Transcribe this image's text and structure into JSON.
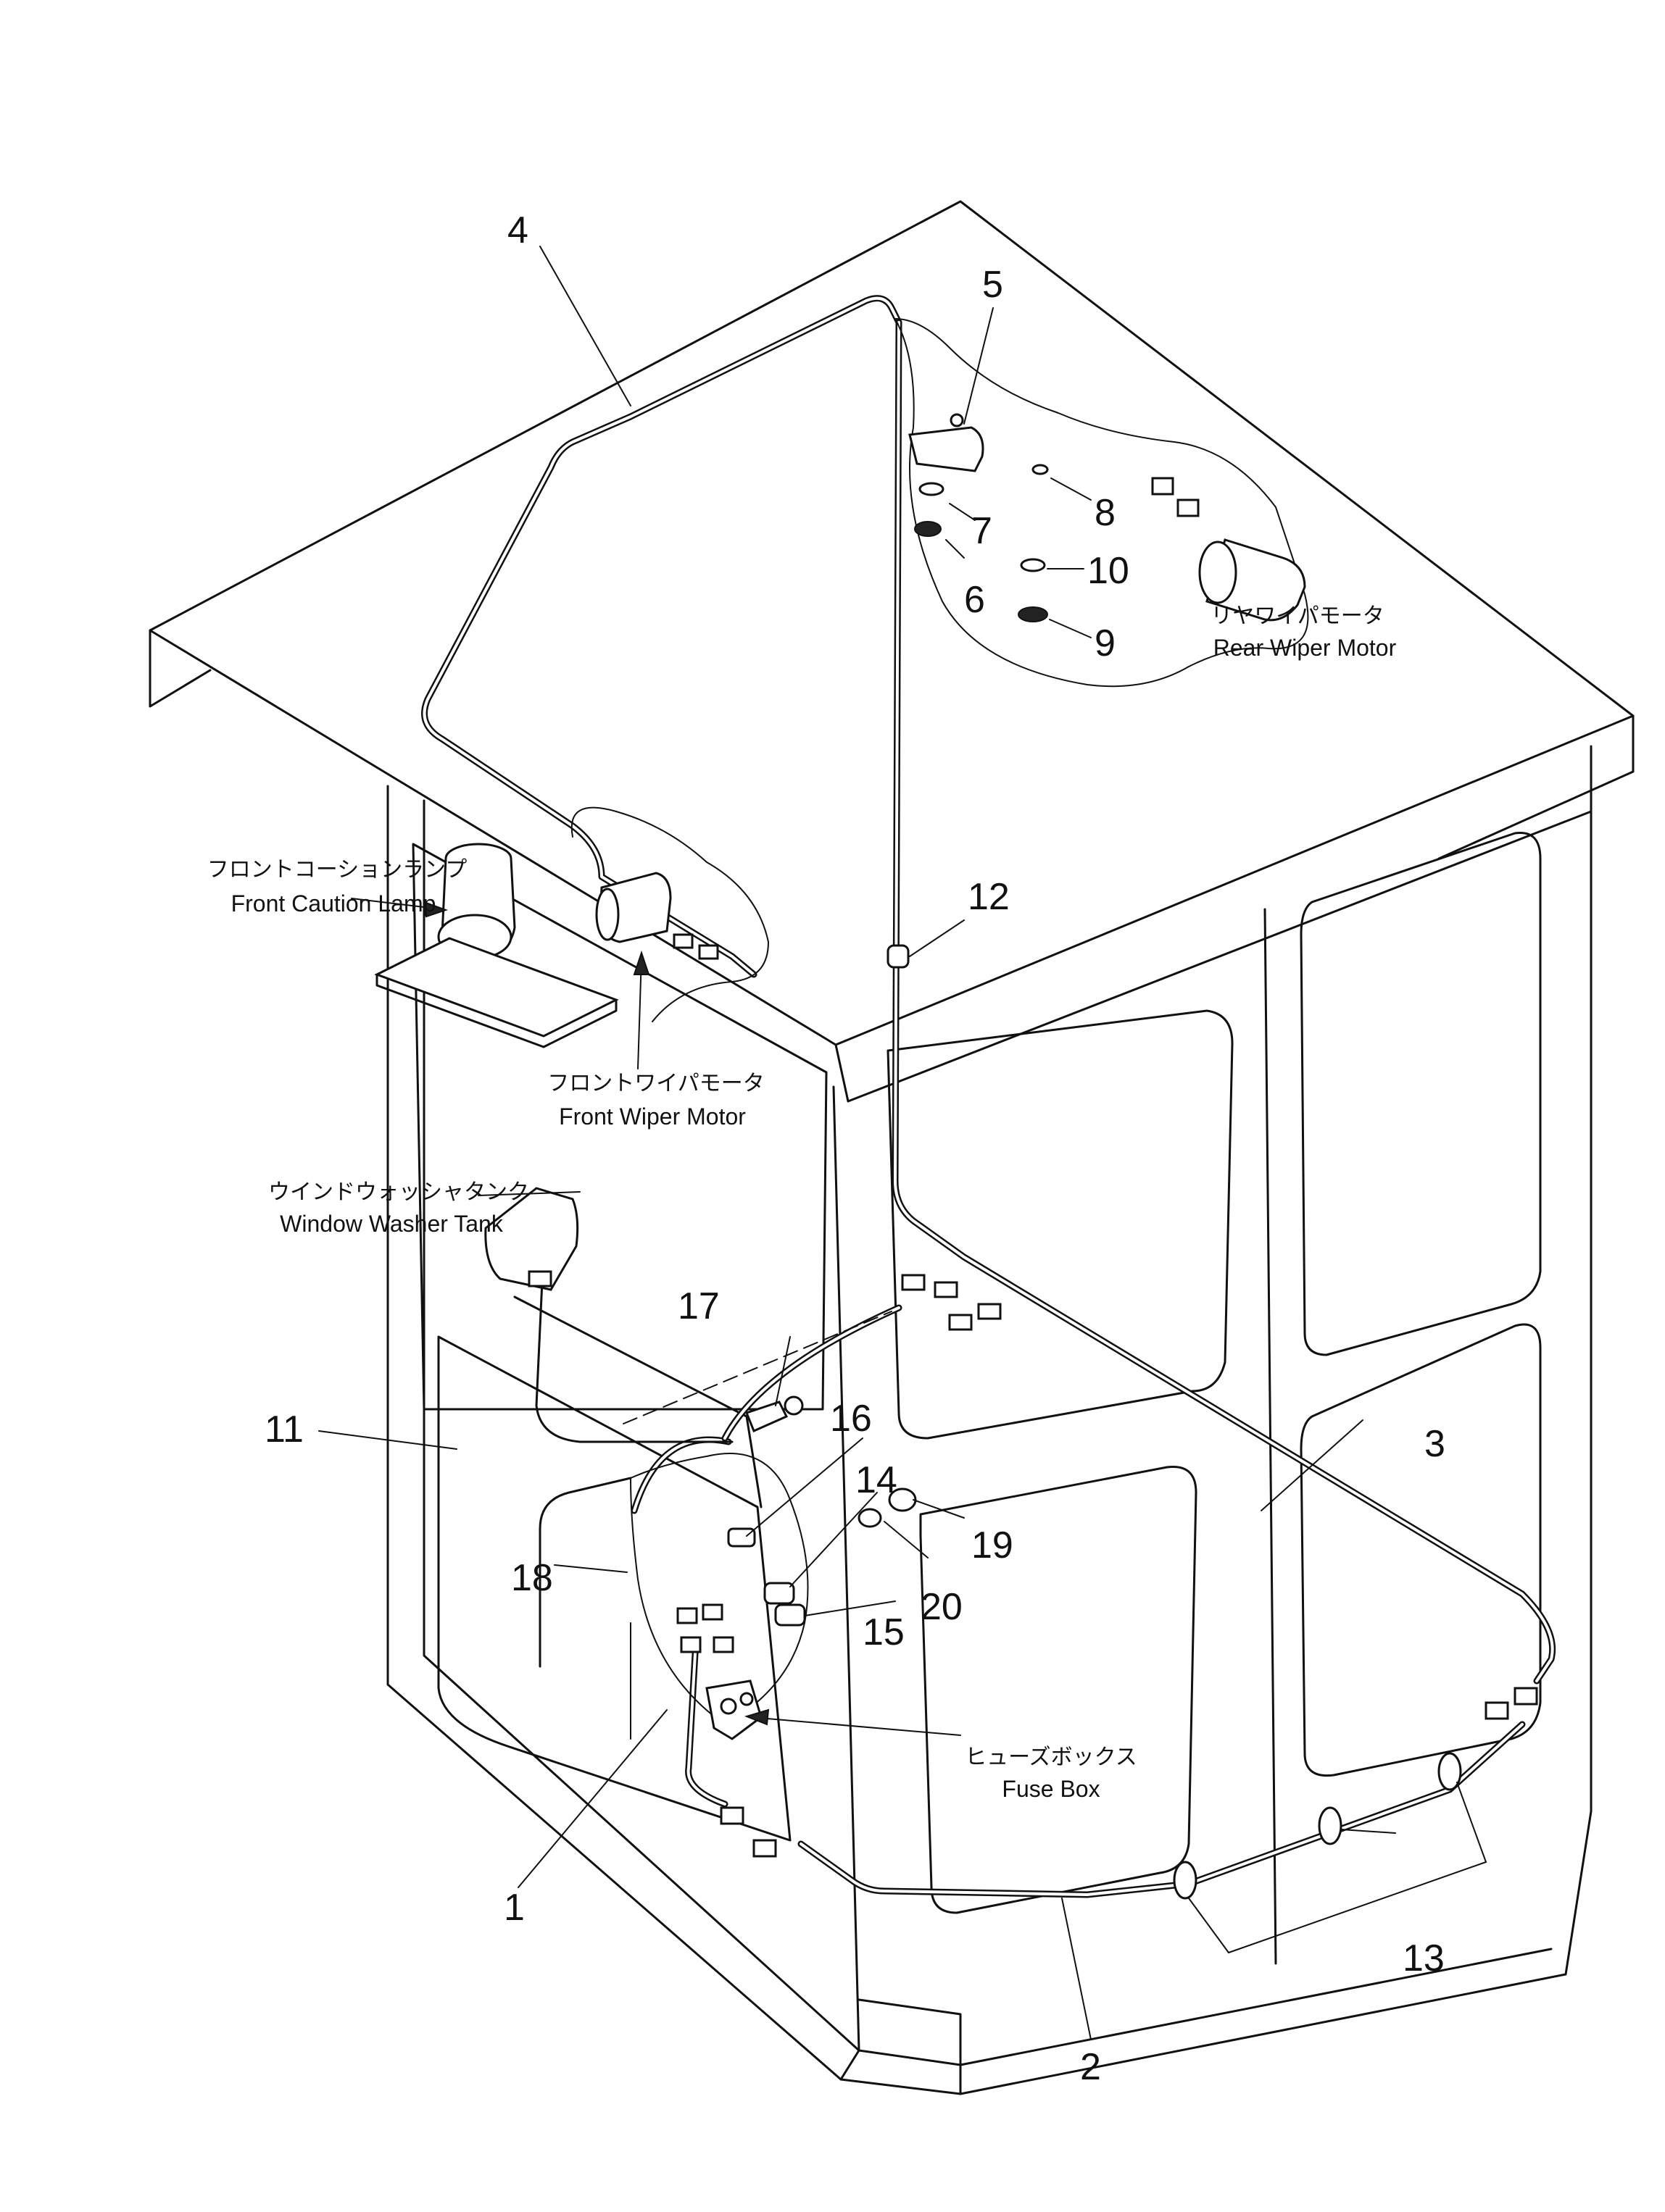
{
  "callouts": [
    "1",
    "2",
    "3",
    "4",
    "5",
    "6",
    "7",
    "8",
    "9",
    "10",
    "11",
    "12",
    "13",
    "14",
    "15",
    "16",
    "17",
    "18",
    "19",
    "20"
  ],
  "labels": {
    "front_caution_lamp": {
      "jp": "フロントコーションランプ",
      "en": "Front Caution Lamp"
    },
    "front_wiper_motor": {
      "jp": "フロントワイパモータ",
      "en": "Front Wiper Motor"
    },
    "window_washer_tank": {
      "jp": "ウインドウォッシャタンク",
      "en": "Window Washer Tank"
    },
    "rear_wiper_motor": {
      "jp": "リヤワイパモータ",
      "en": "Rear Wiper Motor"
    },
    "fuse_box": {
      "jp": "ヒューズボックス",
      "en": "Fuse Box"
    }
  }
}
